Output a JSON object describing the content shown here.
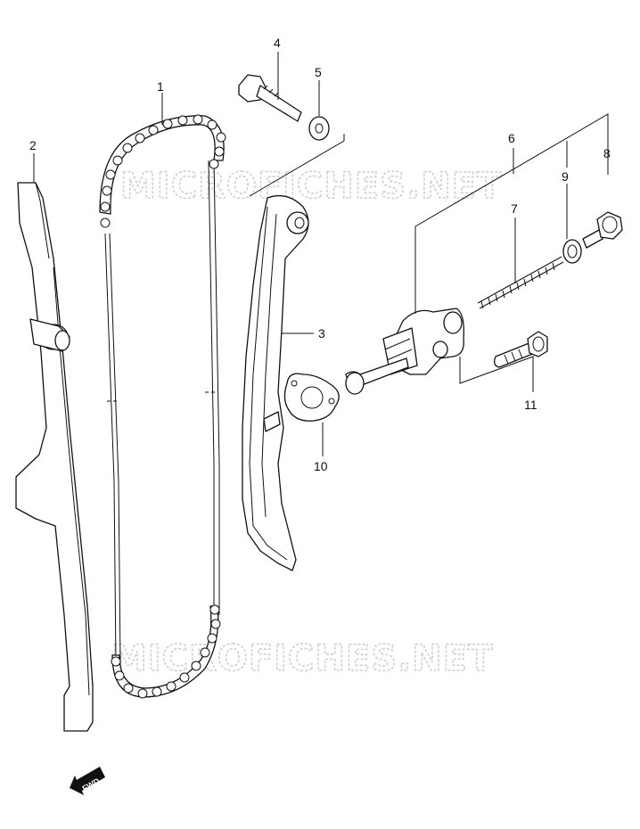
{
  "watermark": {
    "text": "MICROFICHES.NET"
  },
  "callouts": [
    {
      "id": "1",
      "label": "1"
    },
    {
      "id": "2",
      "label": "2"
    },
    {
      "id": "3",
      "label": "3"
    },
    {
      "id": "4",
      "label": "4"
    },
    {
      "id": "5",
      "label": "5"
    },
    {
      "id": "6",
      "label": "6"
    },
    {
      "id": "7",
      "label": "7"
    },
    {
      "id": "8",
      "label": "8"
    },
    {
      "id": "9",
      "label": "9"
    },
    {
      "id": "10",
      "label": "10"
    },
    {
      "id": "11",
      "label": "11"
    }
  ],
  "direction_marker": {
    "label": "FWD"
  }
}
